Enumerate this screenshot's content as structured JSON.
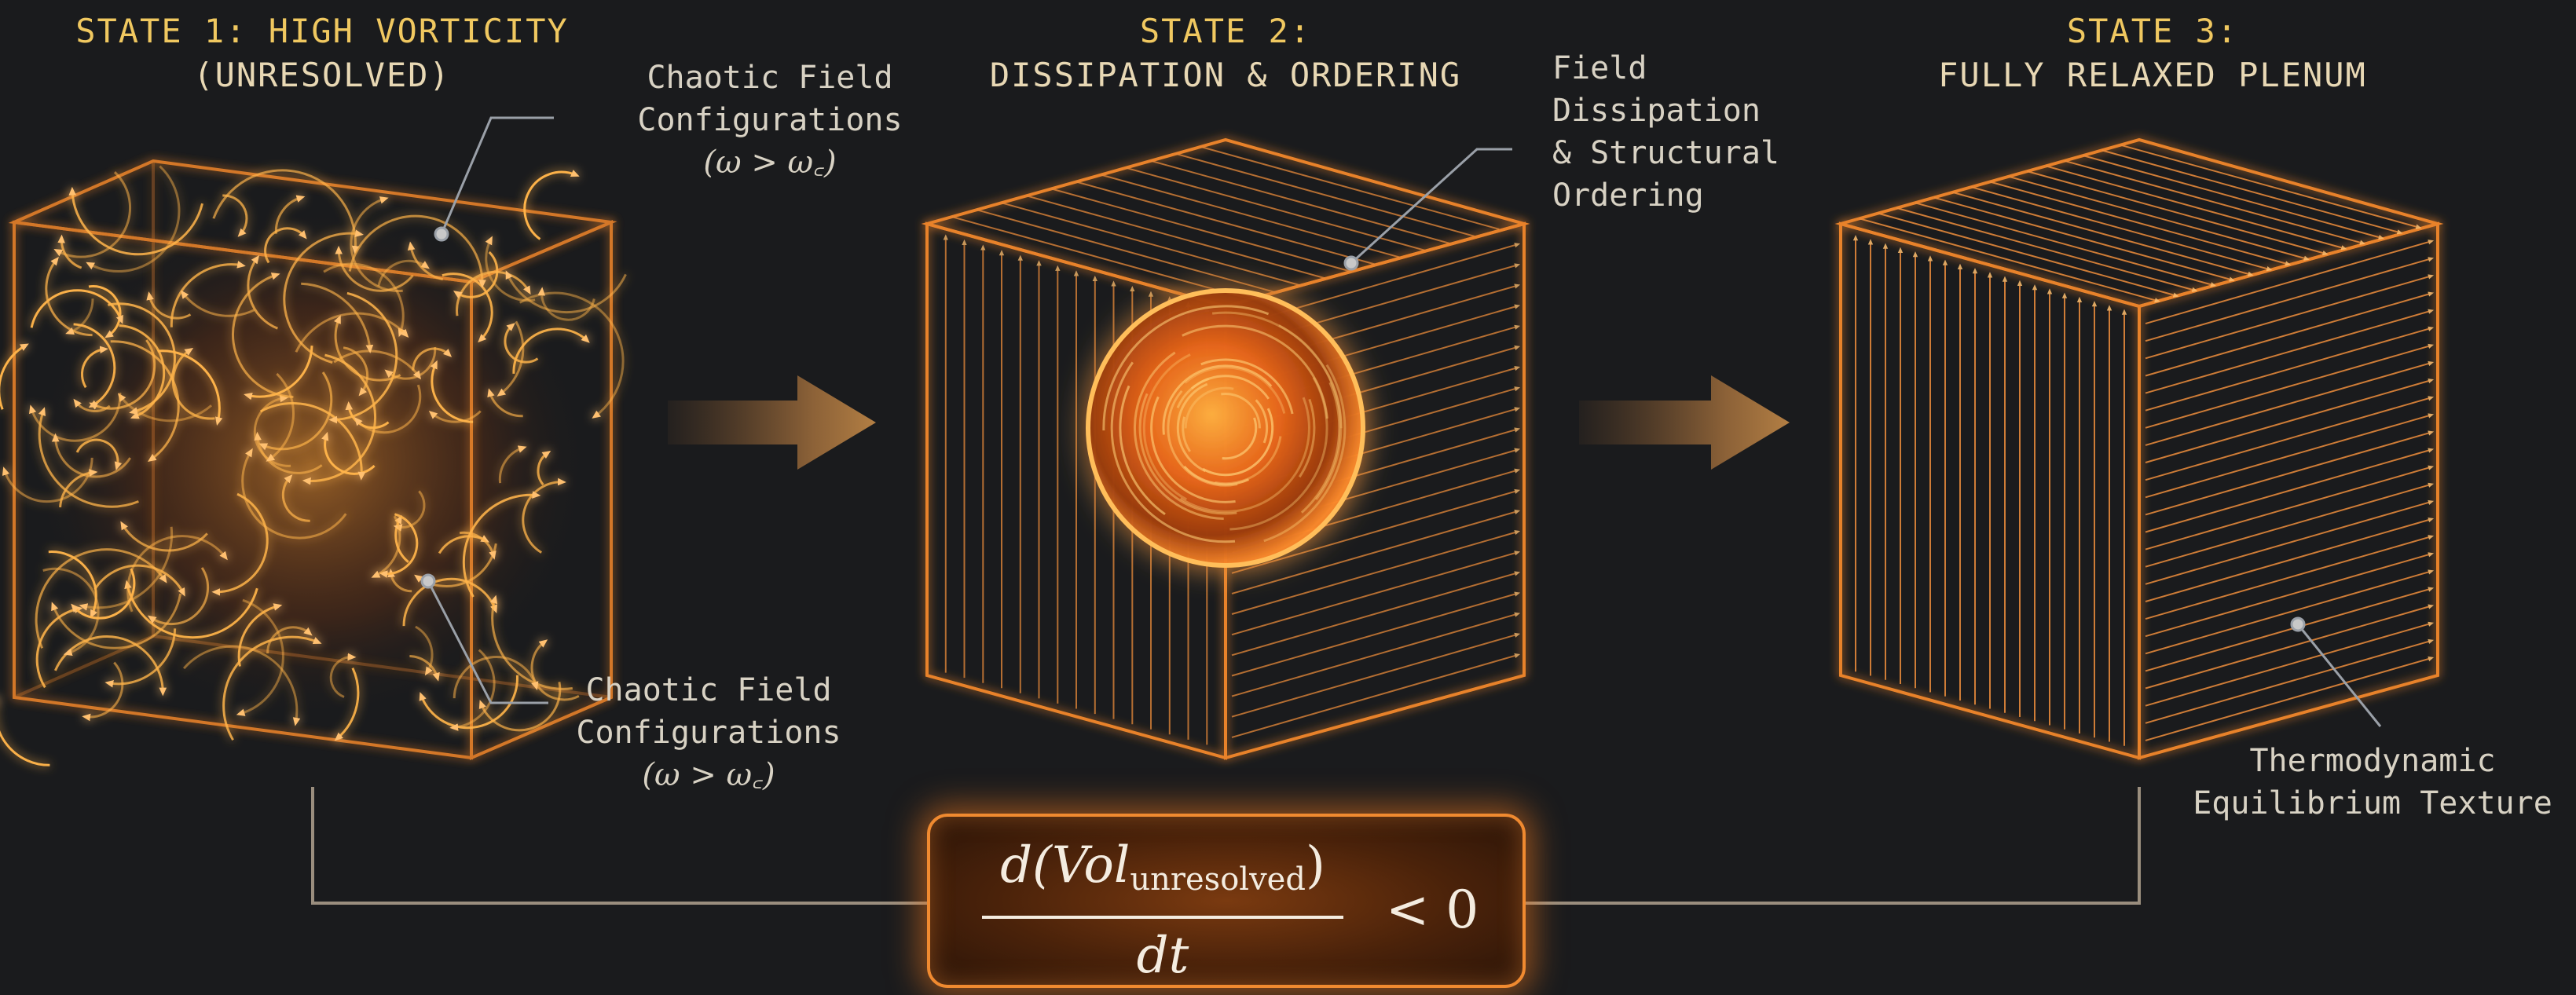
{
  "colors": {
    "background": "#1a1b1d",
    "glow_orange": "#f08a30",
    "title_text": "#e8d8b4",
    "label_text": "#d8d2c4"
  },
  "states": [
    {
      "title_line1": "STATE 1: HIGH VORTICITY",
      "title_line2": "(UNRESOLVED)"
    },
    {
      "title_line1": "STATE 2:",
      "title_line2": "DISSIPATION & ORDERING"
    },
    {
      "title_line1": "STATE 3:",
      "title_line2": "FULLY RELAXED PLENUM"
    }
  ],
  "annotations": {
    "chaotic_top": {
      "line1": "Chaotic Field",
      "line2": "Configurations",
      "condition": "(ω > ω꜀)"
    },
    "chaotic_bottom": {
      "line1": "Chaotic Field",
      "line2": "Configurations",
      "condition": "(ω > ω꜀)"
    },
    "dissipation": {
      "line1": "Field",
      "line2": "Dissipation",
      "line3": "& Structural",
      "line4": "Ordering"
    },
    "equilibrium": {
      "line1": "Thermodynamic",
      "line2": "Equilibrium Texture"
    }
  },
  "formula": {
    "numerator_prefix": "d(Vol",
    "numerator_subscript": "unresolved",
    "numerator_suffix": ")",
    "denominator": "dt",
    "relation": "< 0"
  },
  "icons": [
    "right-arrow-icon",
    "right-arrow-icon"
  ]
}
